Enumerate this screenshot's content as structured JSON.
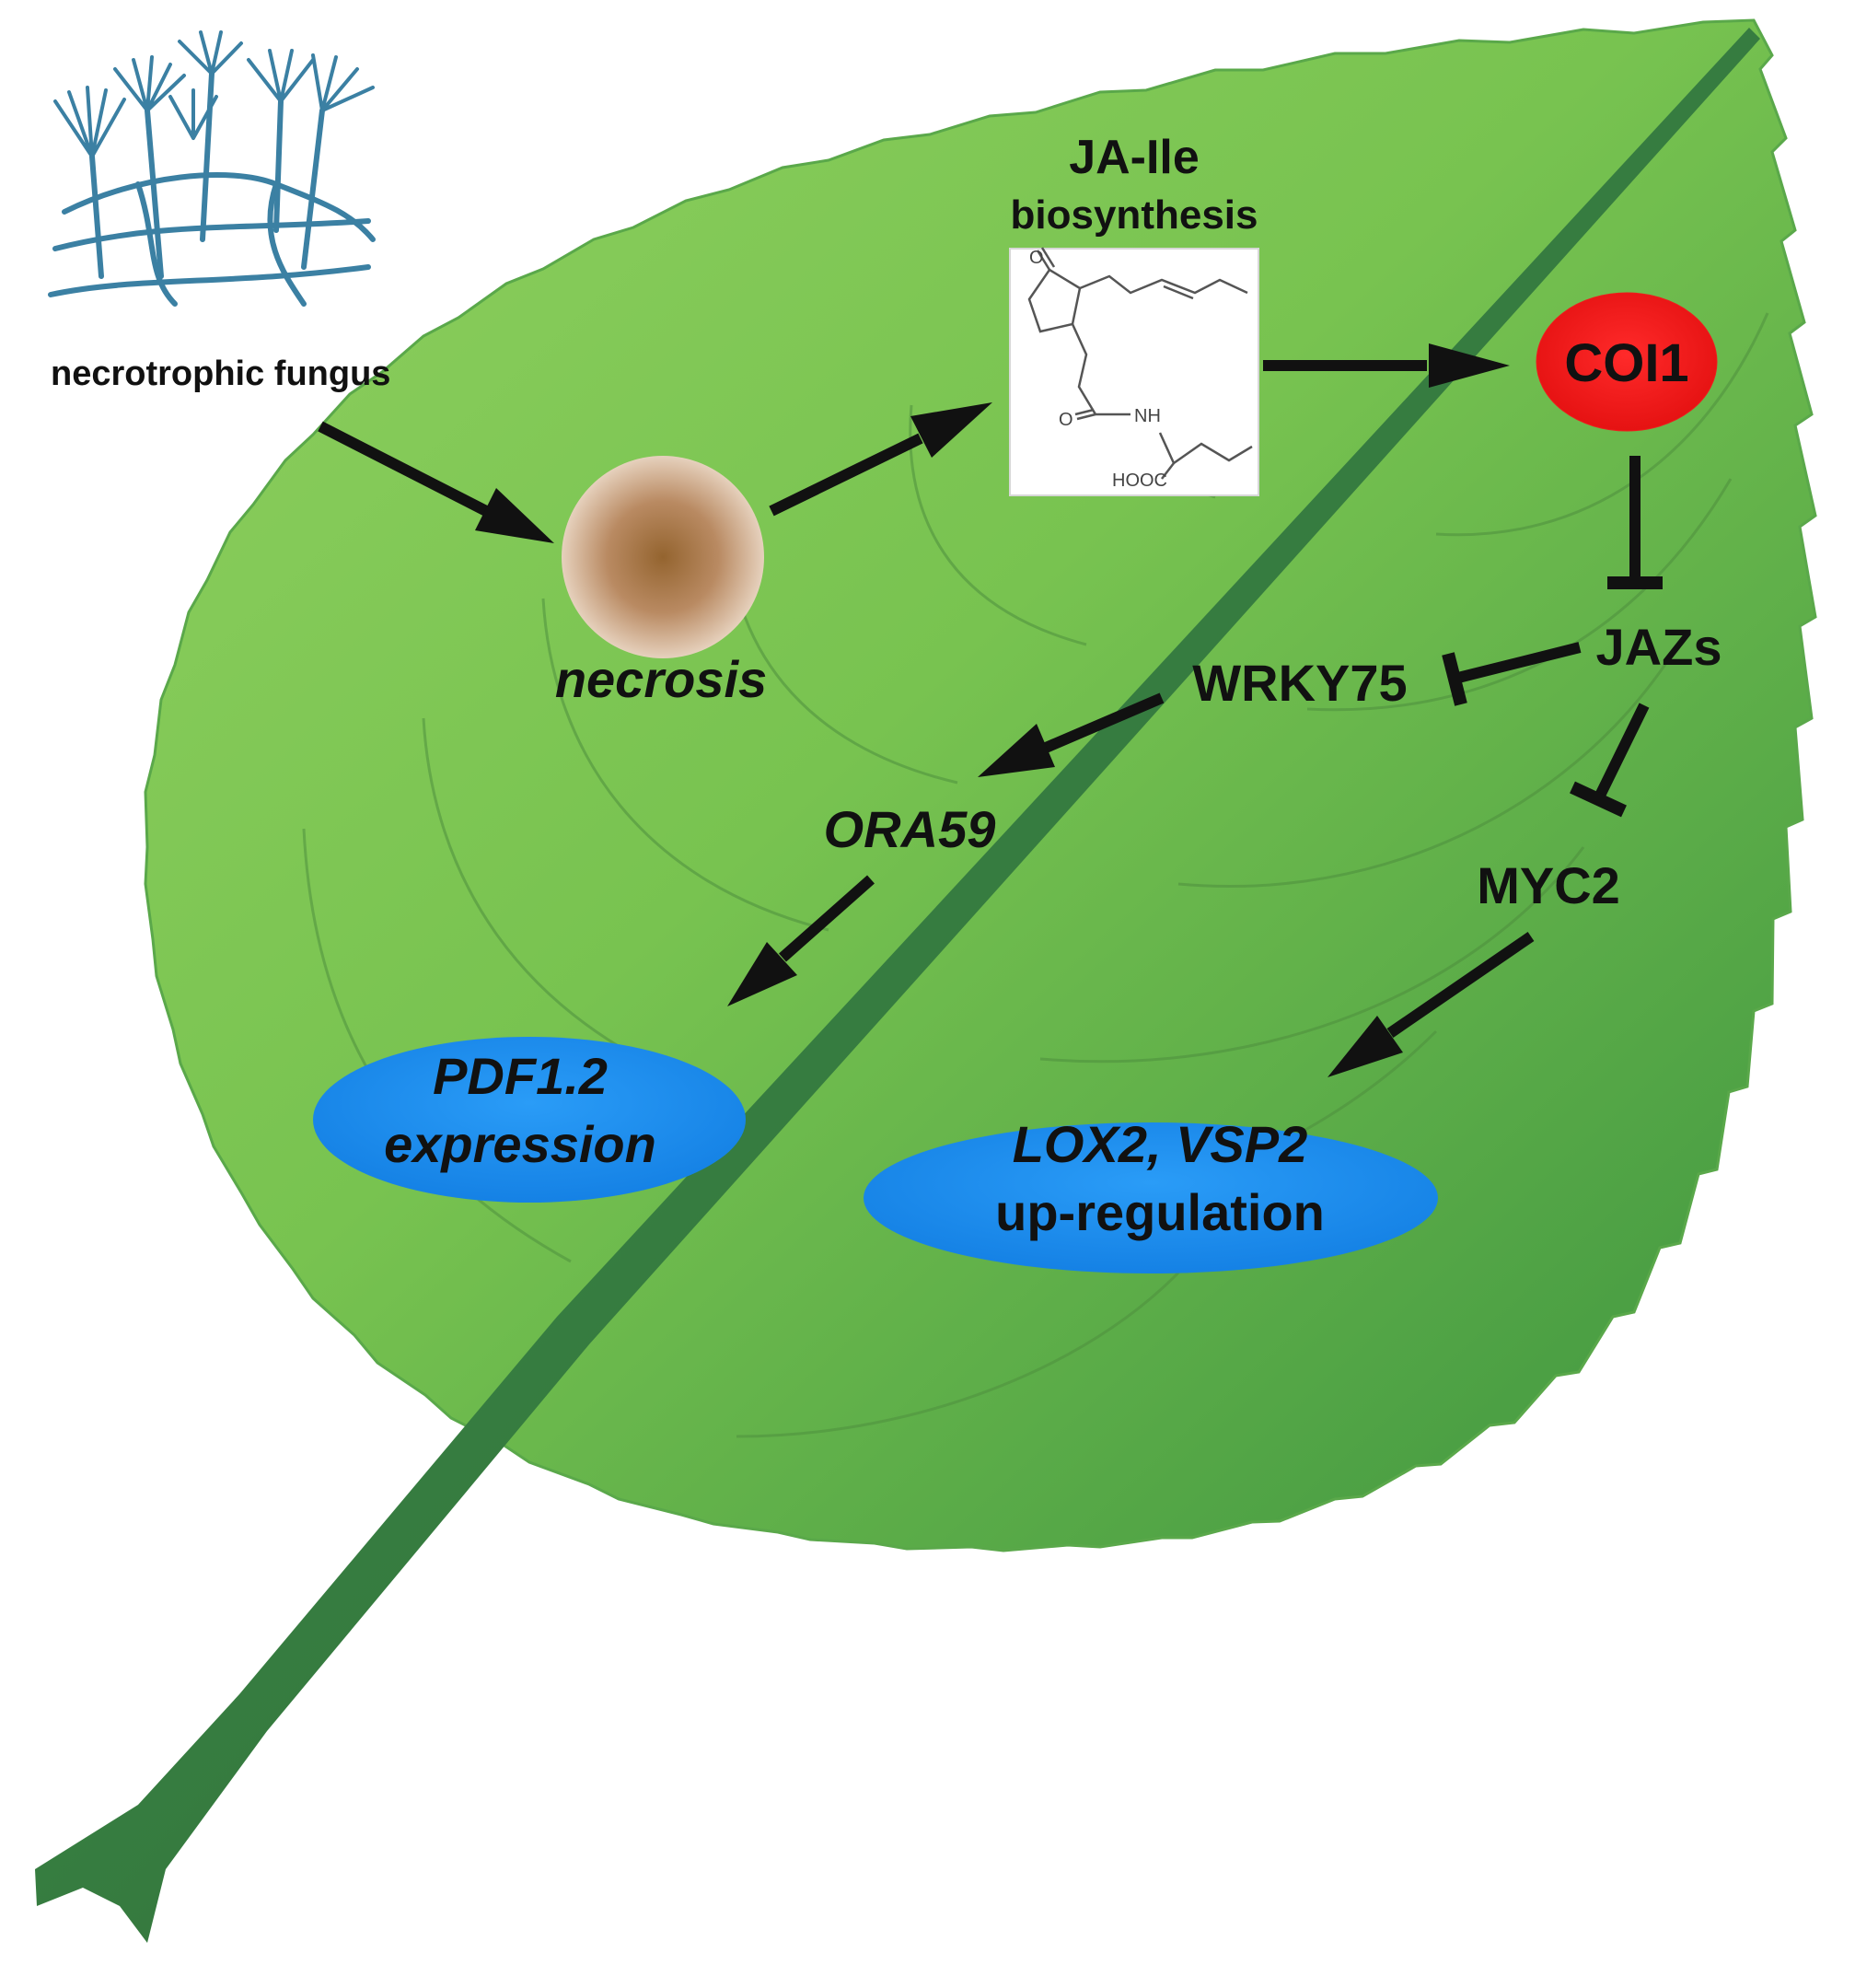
{
  "labels": {
    "fungus": "necrotrophic fungus",
    "ja_title": "JA-Ile",
    "ja_subtitle": "biosynthesis",
    "necrosis": "necrosis",
    "coi1": "COI1",
    "jazs": "JAZs",
    "wrky75": "WRKY75",
    "ora59": "ORA59",
    "myc2": "MYC2",
    "pdf_line1": "PDF1.2",
    "pdf_line2": "expression",
    "lox_line1": "LOX2, VSP2",
    "lox_line2": "up-regulation"
  },
  "molecule_labels": {
    "ketone_o": "O",
    "amide_o": "O",
    "nh": "NH",
    "hooc": "HOOC"
  },
  "colors": {
    "leaf_light": "#7cc652",
    "leaf_dark": "#3f9a3c",
    "vein": "#4f8a3f",
    "coi1_fill": "#ee1c1c",
    "outcome_fill": "#1b8ff0",
    "necrosis_center": "#9a6a3e",
    "necrosis_edge": "#e4cdb8",
    "fungus": "#3e86a8",
    "arrow": "#111111"
  },
  "icons": {
    "fungus": "fungus-hyphae-icon",
    "necrosis": "necrosis-lesion-icon",
    "molecule": "ja-ile-structure-icon"
  }
}
